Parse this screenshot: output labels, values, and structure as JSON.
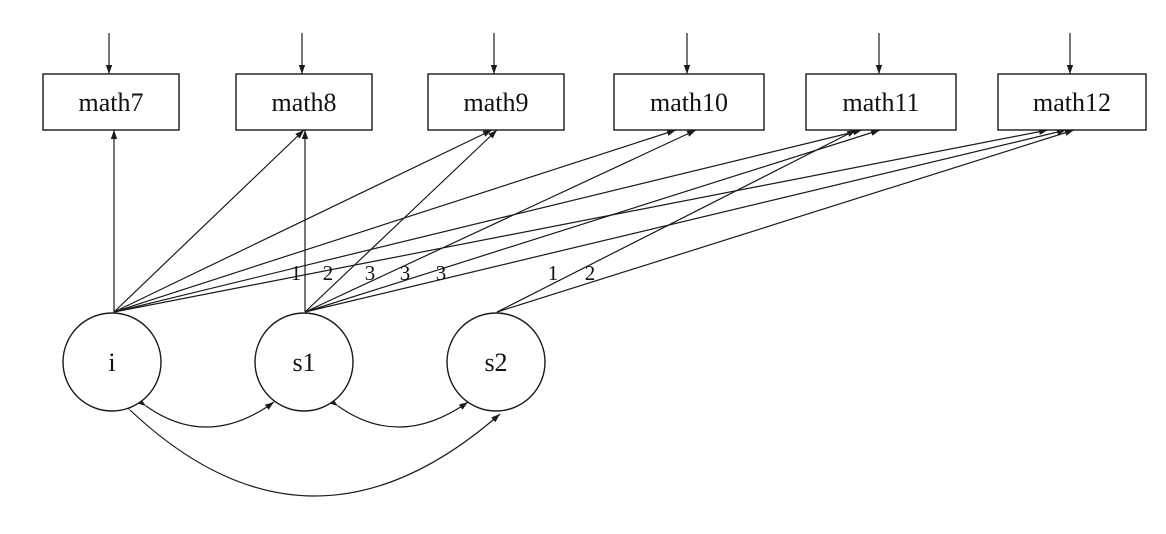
{
  "observed": [
    {
      "id": "math7",
      "label": "math7"
    },
    {
      "id": "math8",
      "label": "math8"
    },
    {
      "id": "math9",
      "label": "math9"
    },
    {
      "id": "math10",
      "label": "math10"
    },
    {
      "id": "math11",
      "label": "math11"
    },
    {
      "id": "math12",
      "label": "math12"
    }
  ],
  "latent": [
    {
      "id": "i",
      "label": "i"
    },
    {
      "id": "s1",
      "label": "s1"
    },
    {
      "id": "s2",
      "label": "s2"
    }
  ],
  "loadings": [
    {
      "from": "i",
      "to": "math7"
    },
    {
      "from": "i",
      "to": "math8"
    },
    {
      "from": "i",
      "to": "math9"
    },
    {
      "from": "i",
      "to": "math10"
    },
    {
      "from": "i",
      "to": "math11"
    },
    {
      "from": "i",
      "to": "math12"
    },
    {
      "from": "s1",
      "to": "math8"
    },
    {
      "from": "s1",
      "to": "math9"
    },
    {
      "from": "s1",
      "to": "math10"
    },
    {
      "from": "s1",
      "to": "math11"
    },
    {
      "from": "s1",
      "to": "math12"
    },
    {
      "from": "s2",
      "to": "math11"
    },
    {
      "from": "s2",
      "to": "math12"
    }
  ],
  "path_labels": {
    "s1": [
      "1",
      "2",
      "3",
      "3",
      "3"
    ],
    "s2": [
      "1",
      "2"
    ]
  },
  "covariances": [
    {
      "a": "i",
      "b": "s1"
    },
    {
      "a": "s1",
      "b": "s2"
    },
    {
      "a": "i",
      "b": "s2"
    }
  ],
  "residuals": [
    "math7",
    "math8",
    "math9",
    "math10",
    "math11",
    "math12"
  ]
}
